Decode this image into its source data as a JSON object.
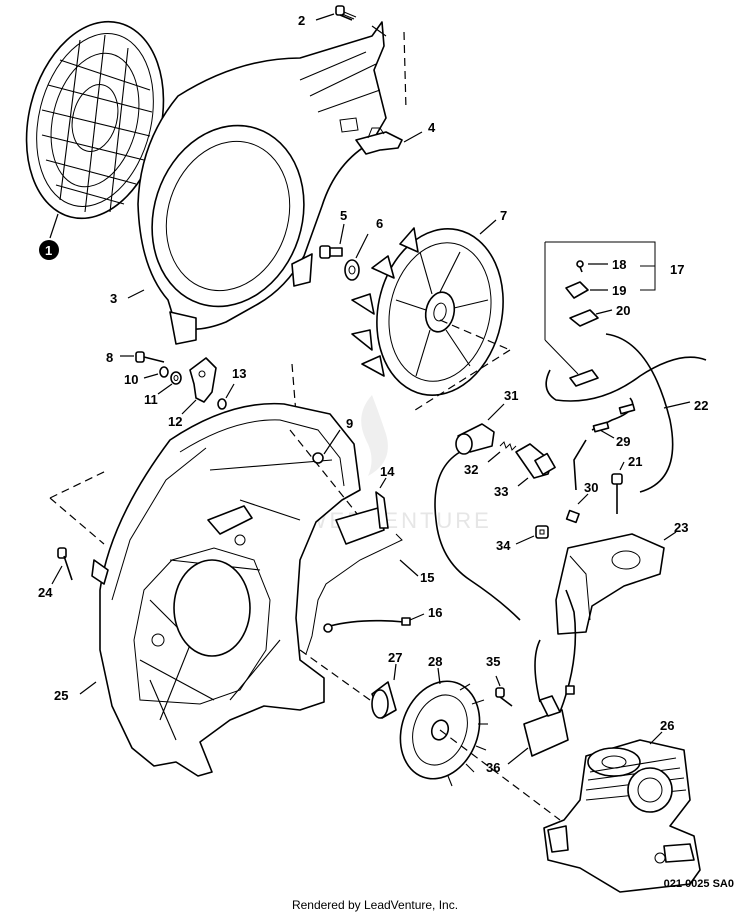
{
  "callouts": {
    "c1": "1",
    "c2": "2",
    "c3": "3",
    "c4": "4",
    "c5": "5",
    "c6": "6",
    "c7": "7",
    "c8": "8",
    "c9": "9",
    "c10": "10",
    "c11": "11",
    "c12": "12",
    "c13": "13",
    "c14": "14",
    "c15": "15",
    "c16": "16",
    "c17": "17",
    "c18": "18",
    "c19": "19",
    "c20": "20",
    "c21": "21",
    "c22": "22",
    "c23": "23",
    "c24": "24",
    "c25": "25",
    "c26": "26",
    "c27": "27",
    "c28": "28",
    "c29": "29",
    "c30": "30",
    "c31": "31",
    "c32": "32",
    "c33": "33",
    "c34": "34",
    "c35": "35",
    "c36": "36"
  },
  "watermark": "POWERVENTURE",
  "drawing_code": "021 0025 SA0",
  "footer_text": "Rendered by LeadVenture, Inc."
}
